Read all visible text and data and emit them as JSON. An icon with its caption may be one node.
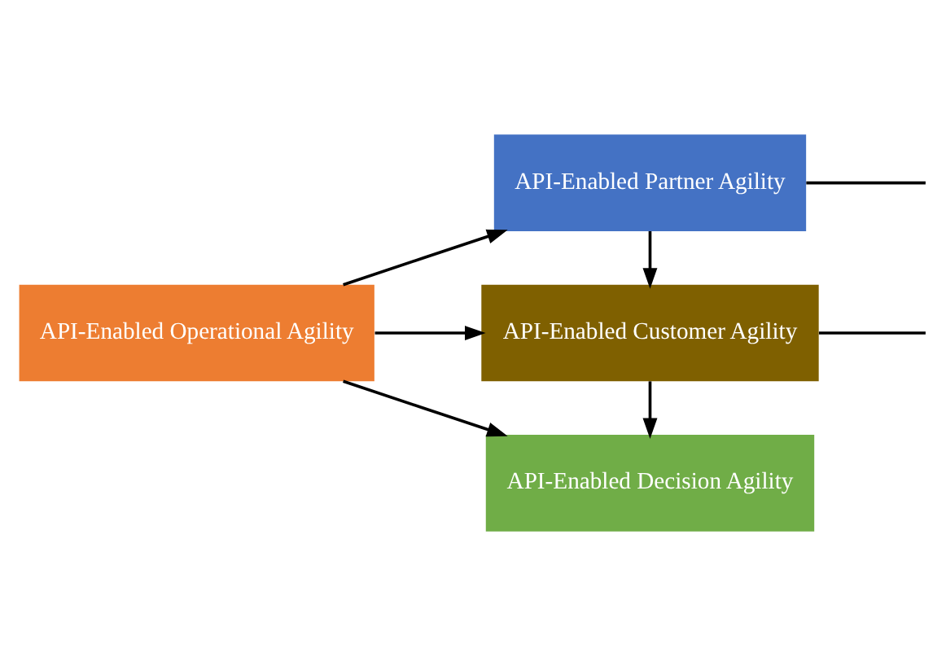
{
  "diagram": {
    "nodes": [
      {
        "text": [
          "API-Enabled Operational Agility"
        ]
      },
      {
        "text": [
          "API-Enabled Partner Agility"
        ]
      },
      {
        "text": [
          "API-Enabled Customer Agility"
        ]
      },
      {
        "text": [
          "API-Enabled Decision Agility"
        ]
      }
    ],
    "edges": [
      {
        "from": 0,
        "to": 1,
        "arrow": "to"
      },
      {
        "from": 0,
        "to": 2,
        "arrow": "to"
      },
      {
        "from": 0,
        "to": 3,
        "arrow": "to"
      },
      {
        "from": 1,
        "to": 2,
        "arrow": "to"
      },
      {
        "from": 2,
        "to": 3,
        "arrow": "to"
      },
      {
        "from": 1,
        "to": null,
        "arrow": "none"
      },
      {
        "from": 2,
        "to": null,
        "arrow": "none"
      }
    ]
  }
}
